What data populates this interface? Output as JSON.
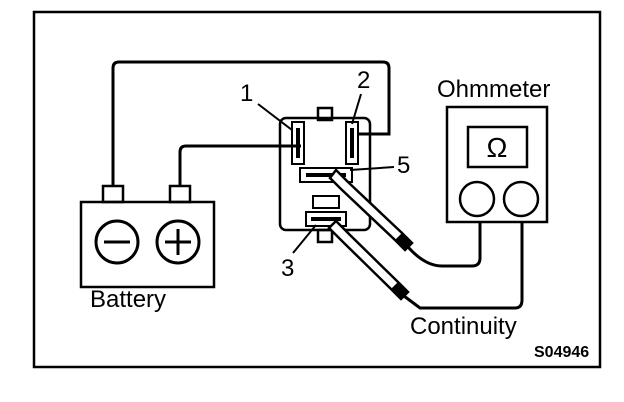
{
  "labels": {
    "battery": "Battery",
    "ohmmeter": "Ohmmeter",
    "continuity": "Continuity",
    "figure_code": "S04946",
    "pin_1": "1",
    "pin_2": "2",
    "pin_3": "3",
    "pin_5": "5",
    "ohm_symbol": "Ω"
  },
  "battery_terminals": {
    "negative": "−",
    "positive": "+"
  }
}
